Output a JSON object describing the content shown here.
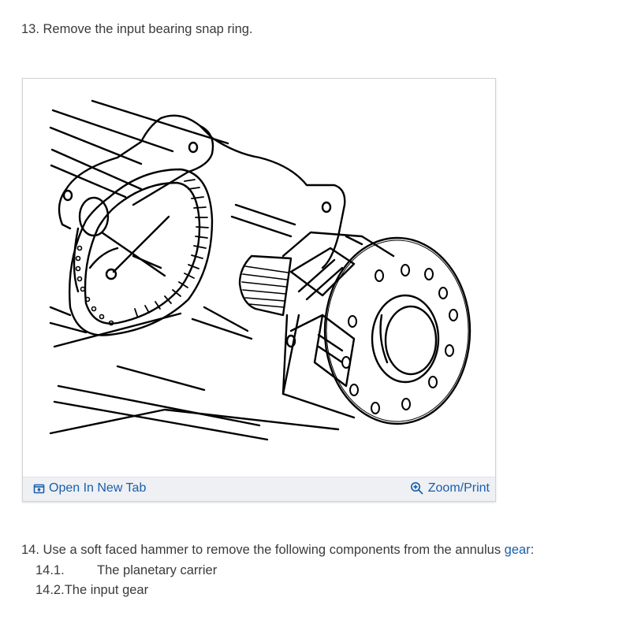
{
  "steps": {
    "step13": {
      "text": "13. Remove the input bearing snap ring."
    },
    "step14": {
      "text_before": "14. Use a soft faced hammer to remove the following components from the annulus ",
      "link_text": "gear",
      "text_after": ":",
      "subitems": [
        {
          "num": "14.1.",
          "text": "The planetary carrier"
        },
        {
          "num": "14.2.",
          "text": "The input gear"
        }
      ]
    }
  },
  "figure": {
    "open_tab_label": "Open In New Tab",
    "zoom_label": "Zoom/Print",
    "open_tab_icon": "open-in-new-tab-icon",
    "zoom_icon": "zoom-in-icon"
  },
  "colors": {
    "link": "#1a5fa8",
    "text": "#3a3a3a",
    "toolbar_bg": "#eef0f4"
  }
}
